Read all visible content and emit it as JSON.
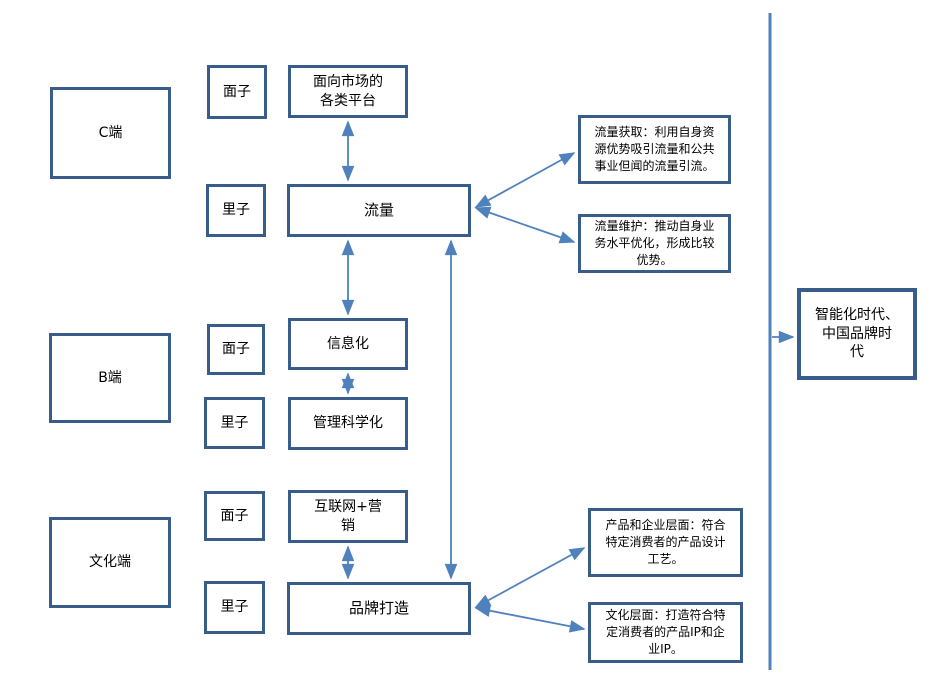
{
  "colors": {
    "box_border": "#385d8a",
    "connector": "#4f81bd",
    "box_fill": "#ffffff",
    "text": "#000000"
  },
  "nodes": {
    "c_end": "C端",
    "b_end": "B端",
    "culture_end": "文化端",
    "face1": "面子",
    "face2": "面子",
    "face3": "面子",
    "inner1": "里子",
    "inner2": "里子",
    "inner3": "里子",
    "platform": "面向市场的\n各类平台",
    "traffic": "流量",
    "informatization": "信息化",
    "management": "管理科学化",
    "marketing": "互联网+营\n销",
    "branding": "品牌打造",
    "traffic_acquisition": "流量获取：利用自身资\n源优势吸引流量和公共\n事业但闻的流量引流。",
    "traffic_maintenance": "流量维护：推动自身业\n务水平优化，形成比较\n优势。",
    "product_level": "产品和企业层面：符合\n特定消费者的产品设计\n工艺。",
    "culture_level": "文化层面：打造符合特\n定消费者的产品IP和企\n业IP。",
    "era": "智能化时代、\n中国品牌时\n代"
  }
}
